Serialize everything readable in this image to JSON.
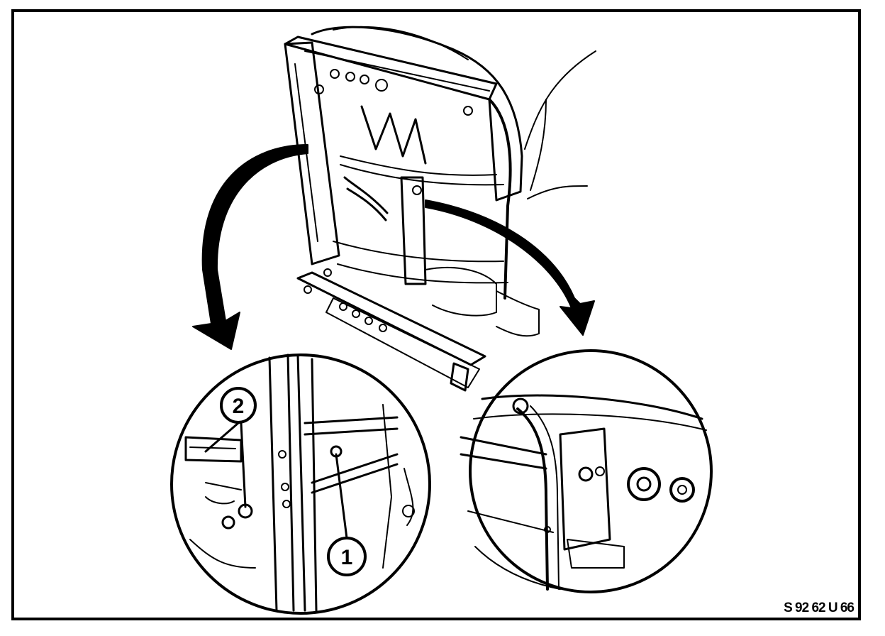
{
  "figure": {
    "reference_code": "S 92 62 U 66",
    "callouts": [
      {
        "id": "callout-2",
        "label": "2"
      },
      {
        "id": "callout-1",
        "label": "1"
      }
    ],
    "colors": {
      "ink": "#000000",
      "paper": "#ffffff"
    }
  }
}
